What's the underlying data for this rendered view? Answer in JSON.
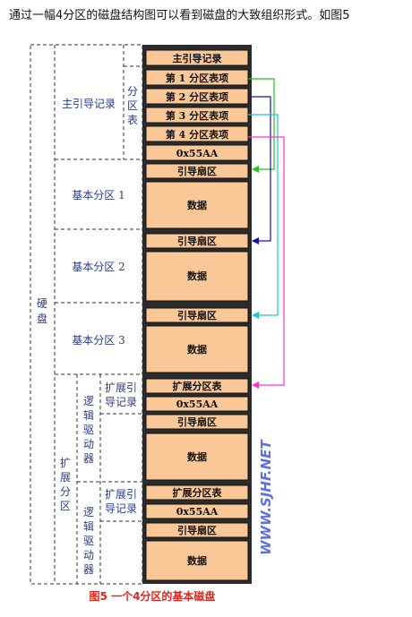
{
  "intro_text": "通过一幅4分区的磁盘结构图可以看到磁盘的大致组织形式。如图5",
  "labels": {
    "disk": "硬盘",
    "mbr_group": "主引导记录",
    "partition_table": "分区表",
    "basic_1": "基本分区 1",
    "basic_2": "基本分区 2",
    "basic_3": "基本分区 3",
    "extended": "扩展分区",
    "logical_drive": "逻辑驱动器",
    "ext_boot_record": "扩展引导记录"
  },
  "cells": {
    "mbr": "主引导记录",
    "pt1": "第 1 分区表项",
    "pt2": "第 2 分区表项",
    "pt3": "第 3 分区表项",
    "pt4": "第 4 分区表项",
    "sig": "0x55AA",
    "boot": "引导扇区",
    "data": "数据",
    "ext_table": "扩展分区表"
  },
  "caption": "图5  一个4分区的基本磁盘",
  "watermark": "WWW.SJHF.NET",
  "colors": {
    "cell_fill": "#f9c896",
    "column_bg": "#2b2b2b",
    "label_text": "#2a3b8f",
    "caption": "#e0261c",
    "arrow_1": "#22c41a",
    "arrow_2": "#1010b8",
    "arrow_3": "#22c0dd",
    "arrow_4": "#ff33cc"
  }
}
